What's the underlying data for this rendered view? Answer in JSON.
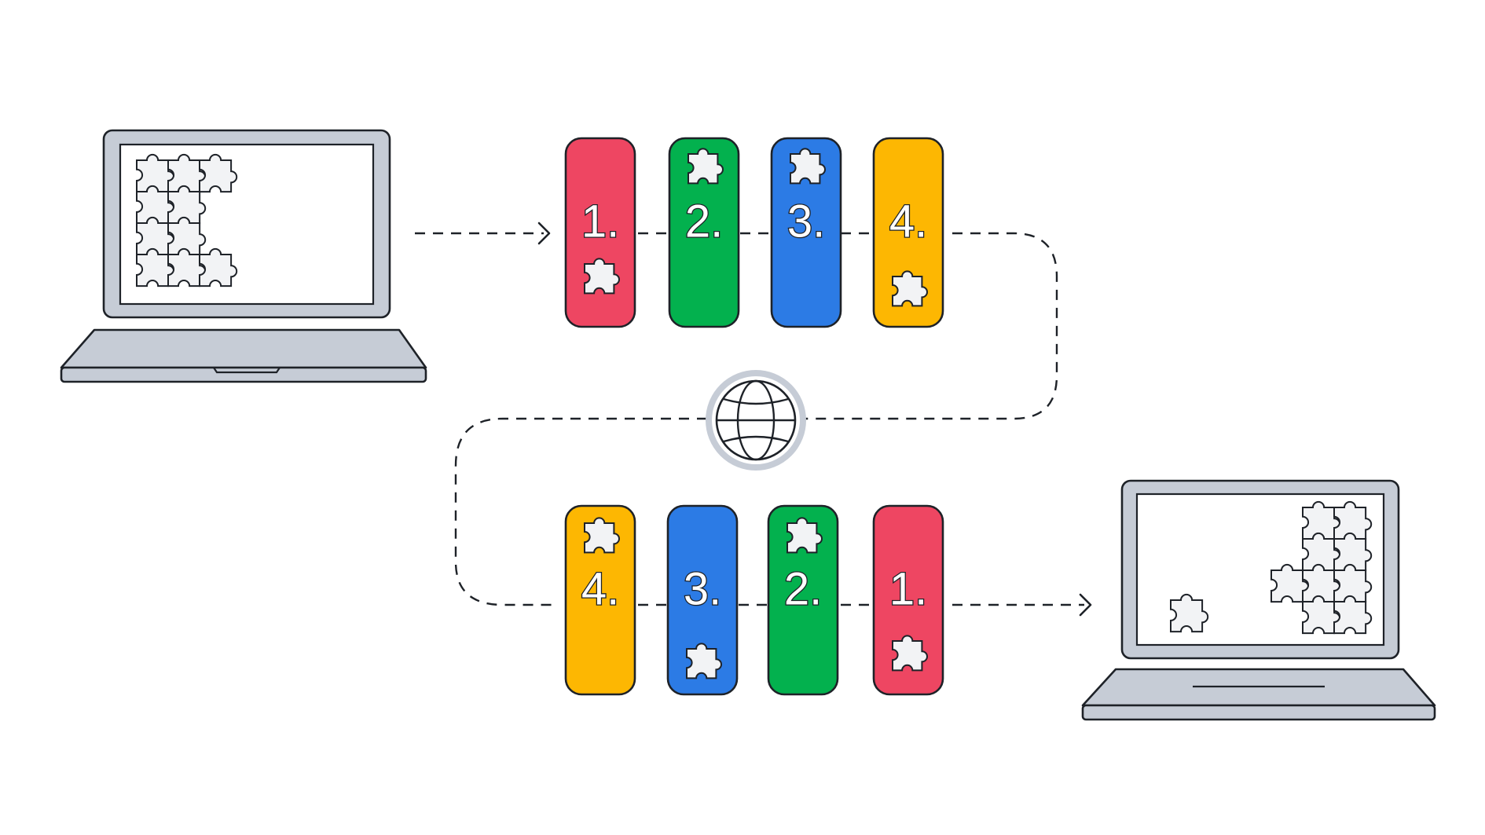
{
  "colors": {
    "red": "#ee4662",
    "green": "#03b14e",
    "blue": "#2c7be5",
    "yellow": "#fdb702",
    "outline": "#1e2228",
    "device": "#c6ccd6",
    "piece": "#f2f3f5"
  },
  "icons": {
    "sender": "laptop-icon",
    "receiver": "laptop-icon",
    "network": "globe-icon",
    "fragment": "puzzle-piece-icon"
  },
  "outgoing_packets": [
    {
      "label": "1.",
      "color": "red"
    },
    {
      "label": "2.",
      "color": "green"
    },
    {
      "label": "3.",
      "color": "blue"
    },
    {
      "label": "4.",
      "color": "yellow"
    }
  ],
  "incoming_packets": [
    {
      "label": "4.",
      "color": "yellow"
    },
    {
      "label": "3.",
      "color": "blue"
    },
    {
      "label": "2.",
      "color": "green"
    },
    {
      "label": "1.",
      "color": "red"
    }
  ]
}
